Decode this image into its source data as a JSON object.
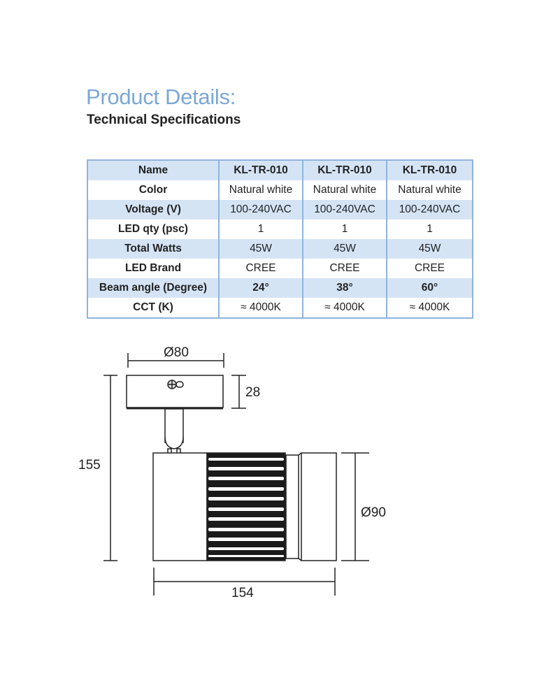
{
  "header": {
    "title": "Product Details:",
    "subtitle": "Technical Specifications"
  },
  "spec_table": {
    "rows": [
      {
        "label": "Name",
        "values": [
          "KL-TR-010",
          "KL-TR-010",
          "KL-TR-010"
        ],
        "bold_values": true
      },
      {
        "label": "Color",
        "values": [
          "Natural white",
          "Natural white",
          "Natural white"
        ],
        "bold_values": false
      },
      {
        "label": "Voltage (V)",
        "values": [
          "100-240VAC",
          "100-240VAC",
          "100-240VAC"
        ],
        "bold_values": false
      },
      {
        "label": "LED qty (psc)",
        "values": [
          "1",
          "1",
          "1"
        ],
        "bold_values": false
      },
      {
        "label": "Total Watts",
        "values": [
          "45W",
          "45W",
          "45W"
        ],
        "bold_values": false
      },
      {
        "label": "LED Brand",
        "values": [
          "CREE",
          "CREE",
          "CREE"
        ],
        "bold_values": false
      },
      {
        "label": "Beam angle (Degree)",
        "values": [
          "24°",
          "38°",
          "60°"
        ],
        "bold_values": true
      },
      {
        "label": "CCT (K)",
        "values": [
          "≈ 4000K",
          "≈ 4000K",
          "≈ 4000K"
        ],
        "bold_values": false
      }
    ]
  },
  "drawing": {
    "dim_base_diameter": "Ø80",
    "dim_base_height": "28",
    "dim_total_height": "155",
    "dim_head_diameter": "Ø90",
    "dim_total_length": "154"
  },
  "colors": {
    "title_blue": "#7ba7d6",
    "table_border": "#8fb3dd",
    "table_stripe": "#d5e4f5"
  }
}
